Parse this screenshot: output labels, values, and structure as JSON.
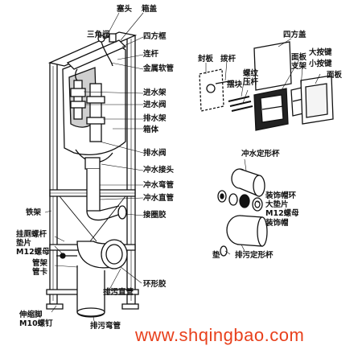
{
  "labels": {
    "l01": "塞头",
    "l02": "箱盖",
    "l03": "三角阀",
    "l04": "四方框",
    "l05": "连杆",
    "l06": "金属软管",
    "l07": "进水架",
    "l08": "进水阀",
    "l09": "排水架",
    "l10": "箱体",
    "l11": "排水阀",
    "l12": "冲水接头",
    "l13": "冲水弯管",
    "l14": "冲水直管",
    "l15": "接圈胶",
    "l16": "铁架",
    "l17": "挂厕螺杆",
    "l18": "垫片",
    "l19": "M12螺母",
    "l20": "管架",
    "l21": "管卡",
    "l22": "排污直管",
    "l23": "环形胶",
    "l24": "伸缩脚",
    "l25": "M10螺钉",
    "l26": "排污弯管",
    "r01": "四方盖",
    "r02": "封板",
    "r03": "拨杆",
    "r04": "面板",
    "r05": "支架",
    "r06": "大按键",
    "r07": "小按键",
    "r08": "面板",
    "r09": "螺纹",
    "r10": "压杆",
    "r11": "摆块",
    "r12": "冲水定形杯",
    "r13": "装饰帽环",
    "r14": "大垫片",
    "r15": "M12螺母",
    "r16": "装饰帽",
    "r17": "垫",
    "r18": "排污定形杯"
  },
  "watermark": {
    "text": "www.shqingbao.com",
    "color": "#e8401c"
  }
}
